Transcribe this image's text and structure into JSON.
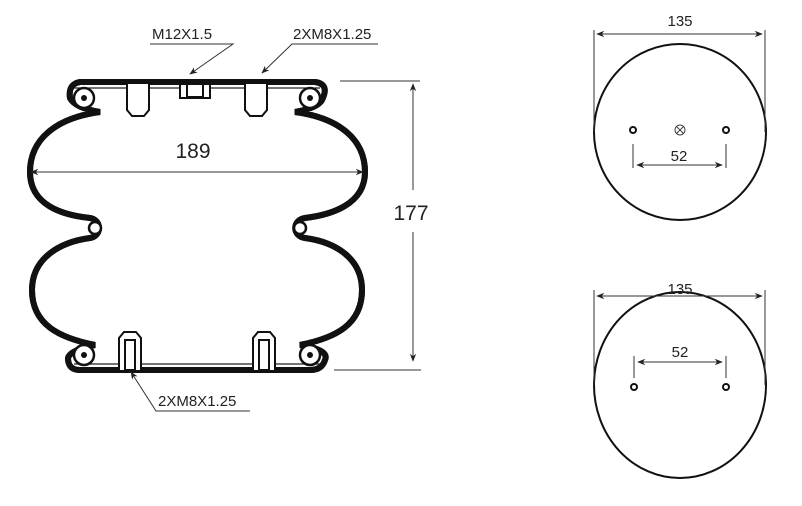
{
  "side_view": {
    "labels": {
      "top_center_port": "M12X1.5",
      "top_studs": "2XM8X1.25",
      "bottom_studs": "2XM8X1.25"
    },
    "dimensions": {
      "max_diameter": "189",
      "height": "177"
    }
  },
  "top_plate_view": {
    "diameter": "135",
    "stud_spacing": "52"
  },
  "bottom_plate_view": {
    "diameter": "135",
    "stud_spacing": "52"
  }
}
